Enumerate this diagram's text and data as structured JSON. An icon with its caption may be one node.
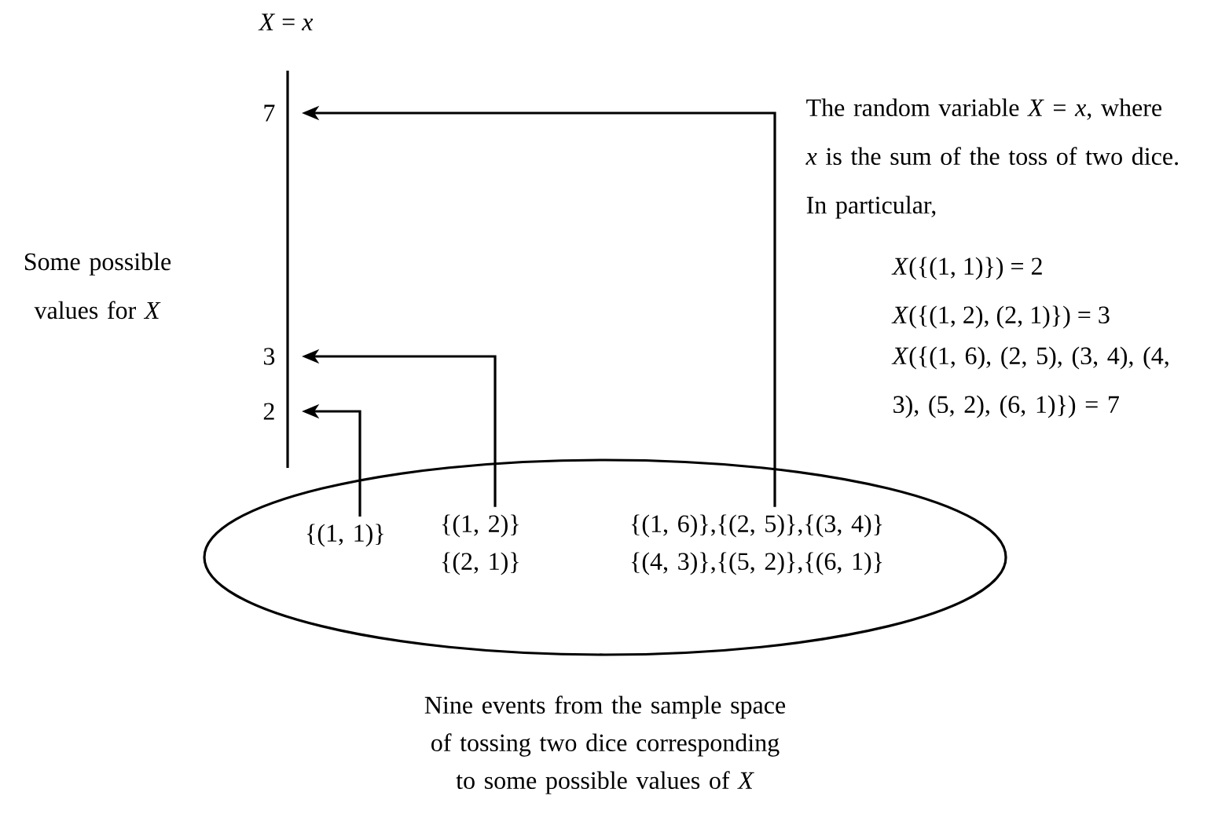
{
  "diagram": {
    "caption": "Nine events from the sample space of tossing two dice corresponding to some possible values of *X*",
    "nodes": [
      {
        "text": [],
        "shape": "ellipse"
      },
      {
        "text": [
          "{(1, 1)}"
        ],
        "in": 0
      },
      {
        "text": [
          "{(1, 2)} {(2, 1)}"
        ],
        "in": 0
      },
      {
        "text": [
          "{(1, 6)},{(2, 5)},{(3, 4)} {(4, 3)},{(5, 2)},{(6, 1)}"
        ],
        "in": 0
      },
      {
        "text": [
          "7"
        ]
      },
      {
        "text": [
          "3"
        ]
      },
      {
        "text": [
          "2"
        ]
      }
    ],
    "edges": [
      {
        "from": 3,
        "to": 4,
        "arrow": "to"
      },
      {
        "from": 2,
        "to": 5,
        "arrow": "to"
      },
      {
        "from": 1,
        "to": 6,
        "arrow": "to"
      }
    ],
    "labels": [
      "*X* = *x*",
      "Some possible values for *X*",
      "The random variable *X* = *x*, where *x* is the sum of the toss of two dice. In particular,",
      "*X*({(1, 1)}) = 2",
      "*X*({(1, 2), (2, 1)}) = 3",
      "*X*({(1, 6), (2, 5), (3, 4), (4, 3), (5, 2), (6, 1)}) = 7"
    ]
  }
}
